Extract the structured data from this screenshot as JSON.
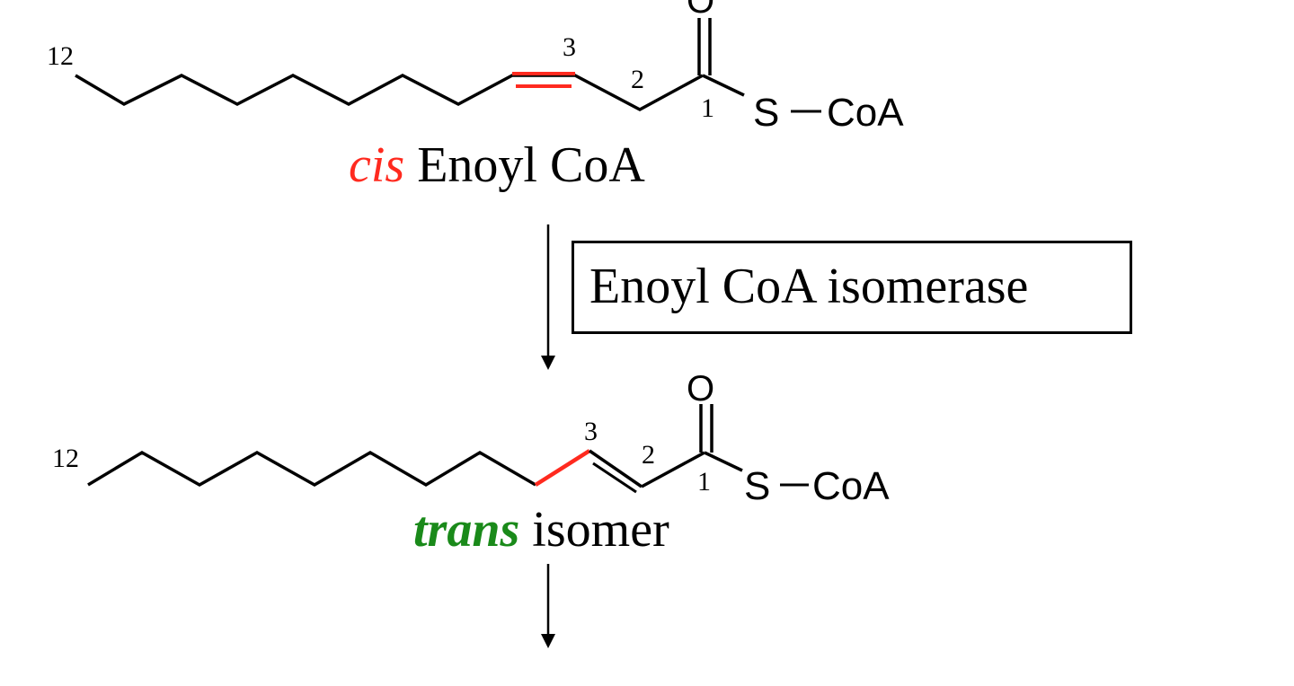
{
  "colors": {
    "cis_accent": "#ff2a1f",
    "trans_accent": "#1a8a1a",
    "highlight_bond": "#ff2a1f",
    "line": "#000000"
  },
  "top_molecule": {
    "carbon_label_12": "12",
    "carbon_label_3": "3",
    "carbon_label_2": "2",
    "carbon_label_1": "1",
    "oxygen": "O",
    "sulfur": "S",
    "coa": "CoA",
    "caption_prefix": "cis",
    "caption_rest": " Enoyl CoA"
  },
  "enzyme": {
    "label": "Enoyl CoA isomerase"
  },
  "bottom_molecule": {
    "carbon_label_12": "12",
    "carbon_label_3": "3",
    "carbon_label_2": "2",
    "carbon_label_1": "1",
    "oxygen": "O",
    "sulfur": "S",
    "coa": "CoA",
    "caption_prefix": "trans",
    "caption_rest": " isomer"
  }
}
